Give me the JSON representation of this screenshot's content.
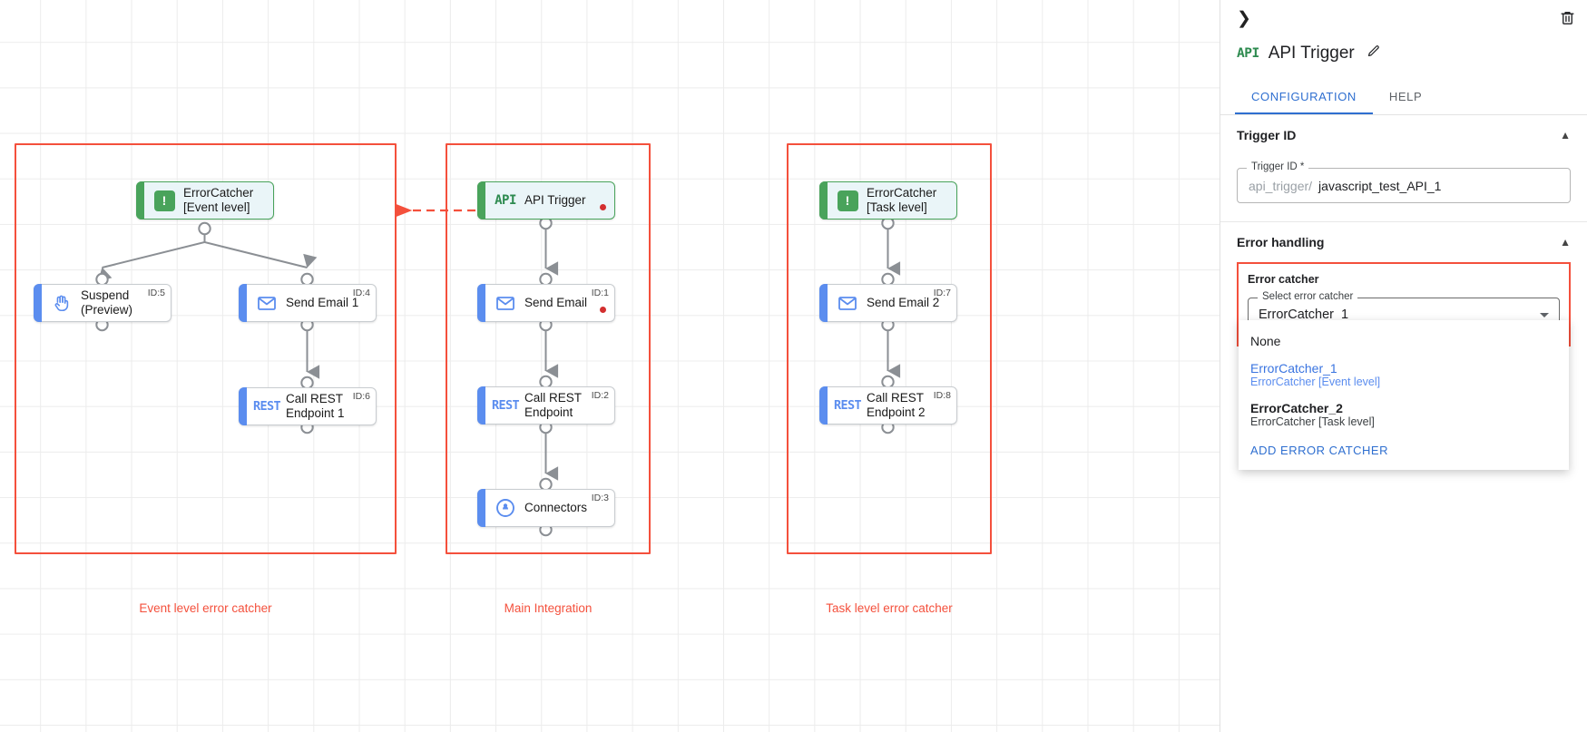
{
  "canvas": {
    "groups": [
      {
        "label": "Event level error catcher"
      },
      {
        "label": "Main Integration"
      },
      {
        "label": "Task level error catcher"
      }
    ],
    "nodes": {
      "error_catcher_event": {
        "title": "ErrorCatcher\n[Event level]",
        "icon": "alert-badge-icon",
        "id": ""
      },
      "suspend": {
        "title": "Suspend\n(Preview)",
        "icon": "hand-icon",
        "id": "ID:5"
      },
      "send_email_1": {
        "title": "Send Email 1",
        "icon": "envelope-icon",
        "id": "ID:4"
      },
      "call_rest_1": {
        "title": "Call REST\nEndpoint 1",
        "icon": "rest-icon",
        "id": "ID:6"
      },
      "api_trigger": {
        "title": "API Trigger",
        "icon": "api-icon",
        "id": ""
      },
      "send_email": {
        "title": "Send Email",
        "icon": "envelope-icon",
        "id": "ID:1"
      },
      "call_rest": {
        "title": "Call REST\nEndpoint",
        "icon": "rest-icon",
        "id": "ID:2"
      },
      "connectors": {
        "title": "Connectors",
        "icon": "connectors-icon",
        "id": "ID:3"
      },
      "error_catcher_task": {
        "title": "ErrorCatcher\n[Task level]",
        "icon": "alert-badge-icon",
        "id": ""
      },
      "send_email_2": {
        "title": "Send Email 2",
        "icon": "envelope-icon",
        "id": "ID:7"
      },
      "call_rest_2": {
        "title": "Call REST\nEndpoint 2",
        "icon": "rest-icon",
        "id": "ID:8"
      }
    },
    "badges": {
      "api": "API",
      "rest": "REST",
      "alert": "!"
    },
    "colors": {
      "group_border": "#f4503c",
      "node_blue": "#5b8def",
      "node_green": "#49a35b",
      "error_dot": "#d32f2f"
    }
  },
  "panel": {
    "collapse_icon": "chevron-right-icon",
    "delete_icon": "trash-icon",
    "badge": "API",
    "title": "API Trigger",
    "edit_icon": "pencil-icon",
    "tabs": [
      {
        "label": "CONFIGURATION",
        "active": true
      },
      {
        "label": "HELP",
        "active": false
      }
    ],
    "trigger_id_section": {
      "heading": "Trigger ID",
      "field_label": "Trigger ID *",
      "prefix": "api_trigger/",
      "value": "javascript_test_API_1"
    },
    "error_handling_section": {
      "heading": "Error handling",
      "caption": "Error catcher",
      "select_label": "Select error catcher",
      "selected": "ErrorCatcher_1",
      "options": [
        {
          "main": "None",
          "sub": "",
          "selected": false
        },
        {
          "main": "ErrorCatcher_1",
          "sub": "ErrorCatcher [Event level]",
          "selected": true
        },
        {
          "main": "ErrorCatcher_2",
          "sub": "ErrorCatcher [Task level]",
          "selected": false
        }
      ],
      "action": "ADD ERROR CATCHER"
    }
  }
}
